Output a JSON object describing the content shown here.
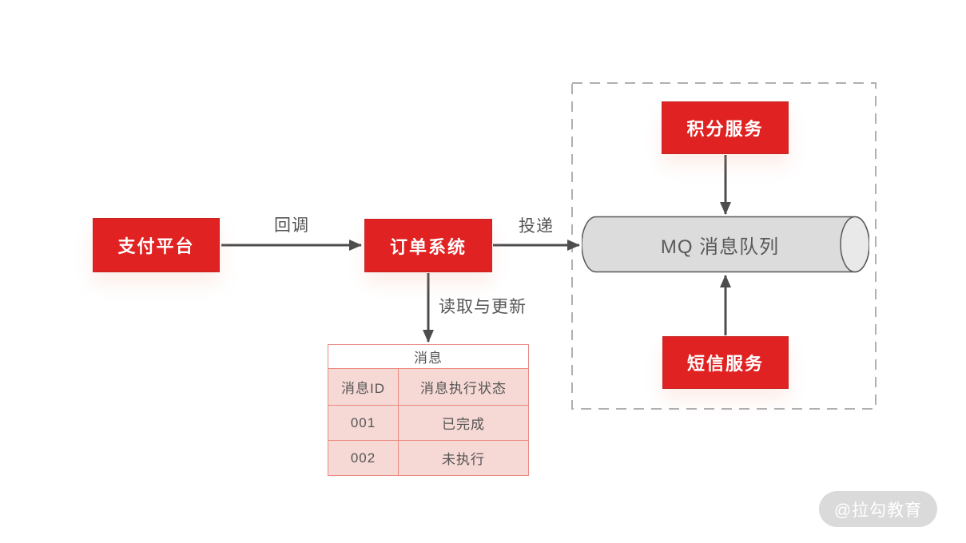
{
  "diagram": {
    "nodes": {
      "payment": {
        "label": "支付平台"
      },
      "order": {
        "label": "订单系统"
      },
      "points": {
        "label": "积分服务"
      },
      "sms": {
        "label": "短信服务"
      },
      "mq": {
        "label": "MQ 消息队列"
      }
    },
    "edges": {
      "callback": {
        "label": "回调",
        "from": "payment",
        "to": "order"
      },
      "deliver": {
        "label": "投递",
        "from": "order",
        "to": "mq"
      },
      "read_update": {
        "label": "读取与更新",
        "from": "order",
        "to": "message_table"
      },
      "points_to_mq": {
        "label": "",
        "from": "points",
        "to": "mq"
      },
      "sms_to_mq": {
        "label": "",
        "from": "sms",
        "to": "mq"
      }
    },
    "table": {
      "title": "消息",
      "columns": [
        "消息ID",
        "消息执行状态"
      ],
      "rows": [
        [
          "001",
          "已完成"
        ],
        [
          "002",
          "未执行"
        ]
      ]
    },
    "watermark": "@拉勾教育",
    "colors": {
      "node_fill": "#e02222",
      "node_border": "#c62626",
      "node_text": "#ffffff",
      "arrow": "#4d4d4d",
      "label_text": "#555555",
      "table_border": "#ea8a82",
      "table_cell_fill": "#f6d8d4",
      "cylinder_fill": "#dcdcdc",
      "cylinder_cap_fill": "#e9e9e9",
      "cylinder_stroke": "#595959",
      "dashed_region_border": "#b0b0b0",
      "watermark_bg": "#dadada"
    }
  }
}
